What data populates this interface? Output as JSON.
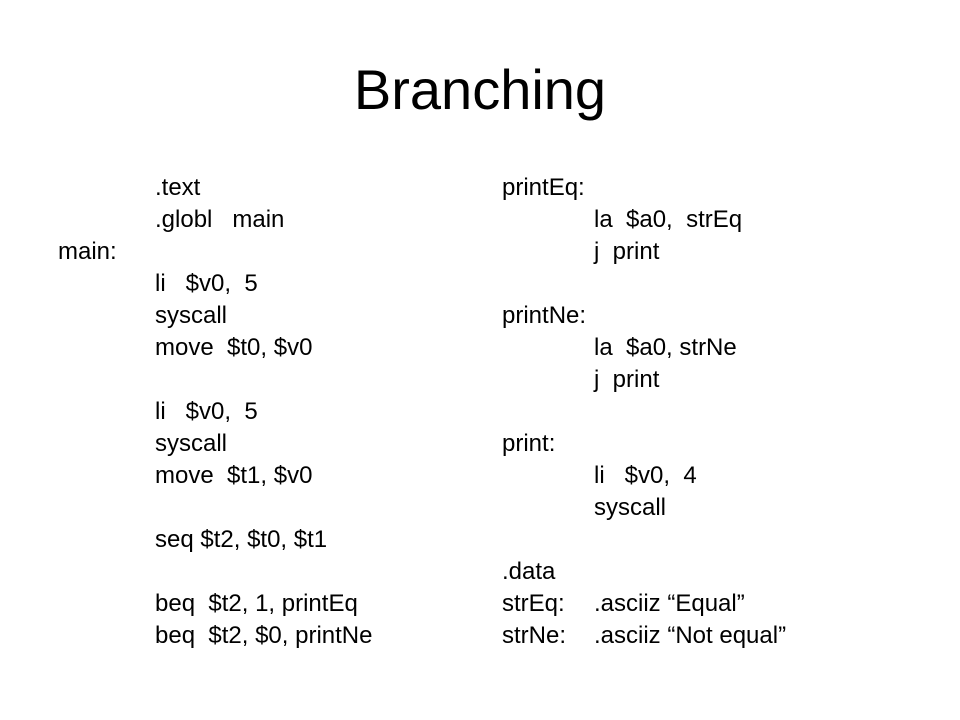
{
  "title": "Branching",
  "left_column": [
    {
      "text": ".text",
      "indent": 1
    },
    {
      "text": ".globl   main",
      "indent": 1
    },
    {
      "text": "main:",
      "indent": 0
    },
    {
      "text": "li   $v0,  5",
      "indent": 1
    },
    {
      "text": "syscall",
      "indent": 1
    },
    {
      "text": "move  $t0, $v0",
      "indent": 1
    },
    {
      "text": "",
      "indent": 1
    },
    {
      "text": "li   $v0,  5",
      "indent": 1
    },
    {
      "text": "syscall",
      "indent": 1
    },
    {
      "text": "move  $t1, $v0",
      "indent": 1
    },
    {
      "text": "",
      "indent": 1
    },
    {
      "text": "seq $t2, $t0, $t1",
      "indent": 1
    },
    {
      "text": "",
      "indent": 1
    },
    {
      "text": "beq  $t2, 1, printEq",
      "indent": 1
    },
    {
      "text": "beq  $t2, $0, printNe",
      "indent": 1
    }
  ],
  "right_column": [
    {
      "text": "printEq:",
      "indent": 0
    },
    {
      "text": "la  $a0,  strEq",
      "indent": 1
    },
    {
      "text": "j  print",
      "indent": 1
    },
    {
      "text": "",
      "indent": 0
    },
    {
      "text": "printNe:",
      "indent": 0
    },
    {
      "text": "la  $a0, strNe",
      "indent": 1
    },
    {
      "text": "j  print",
      "indent": 1
    },
    {
      "text": "",
      "indent": 0
    },
    {
      "text": "print:",
      "indent": 0
    },
    {
      "text": "li   $v0,  4",
      "indent": 1
    },
    {
      "text": "syscall",
      "indent": 1
    },
    {
      "text": "",
      "indent": 0
    },
    {
      "text": ".data",
      "indent": 0
    },
    {
      "text": "strEq:",
      "indent": 0,
      "value": ".asciiz “Equal”"
    },
    {
      "text": "strNe:",
      "indent": 0,
      "value": ".asciiz “Not equal”"
    }
  ]
}
